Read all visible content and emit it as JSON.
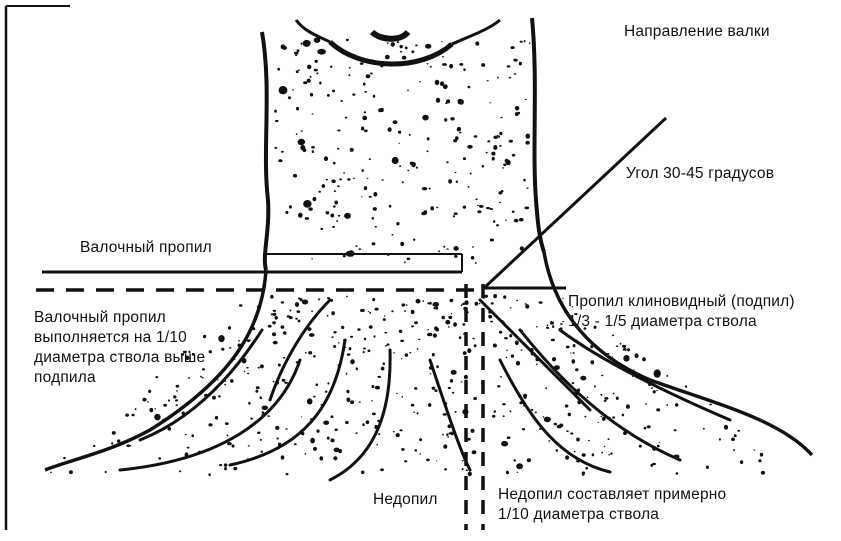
{
  "labels": {
    "felling_direction": "Направление валки",
    "angle": "Угол 30-45 градусов",
    "felling_cut": "Валочный пропил",
    "wedge_cut": "Пропил клиновидный (подпил)\n1/3 - 1/5 диаметра ствола",
    "felling_cut_note": "Валочный пропил\nвыполняется на 1/10\nдиаметра ствола выше\nподпила",
    "undercut": "Недопил",
    "undercut_note": "Недопил составляет примерно\n1/10 диаметра ствола"
  },
  "colors": {
    "ink": "#111111",
    "background": "#ffffff"
  }
}
